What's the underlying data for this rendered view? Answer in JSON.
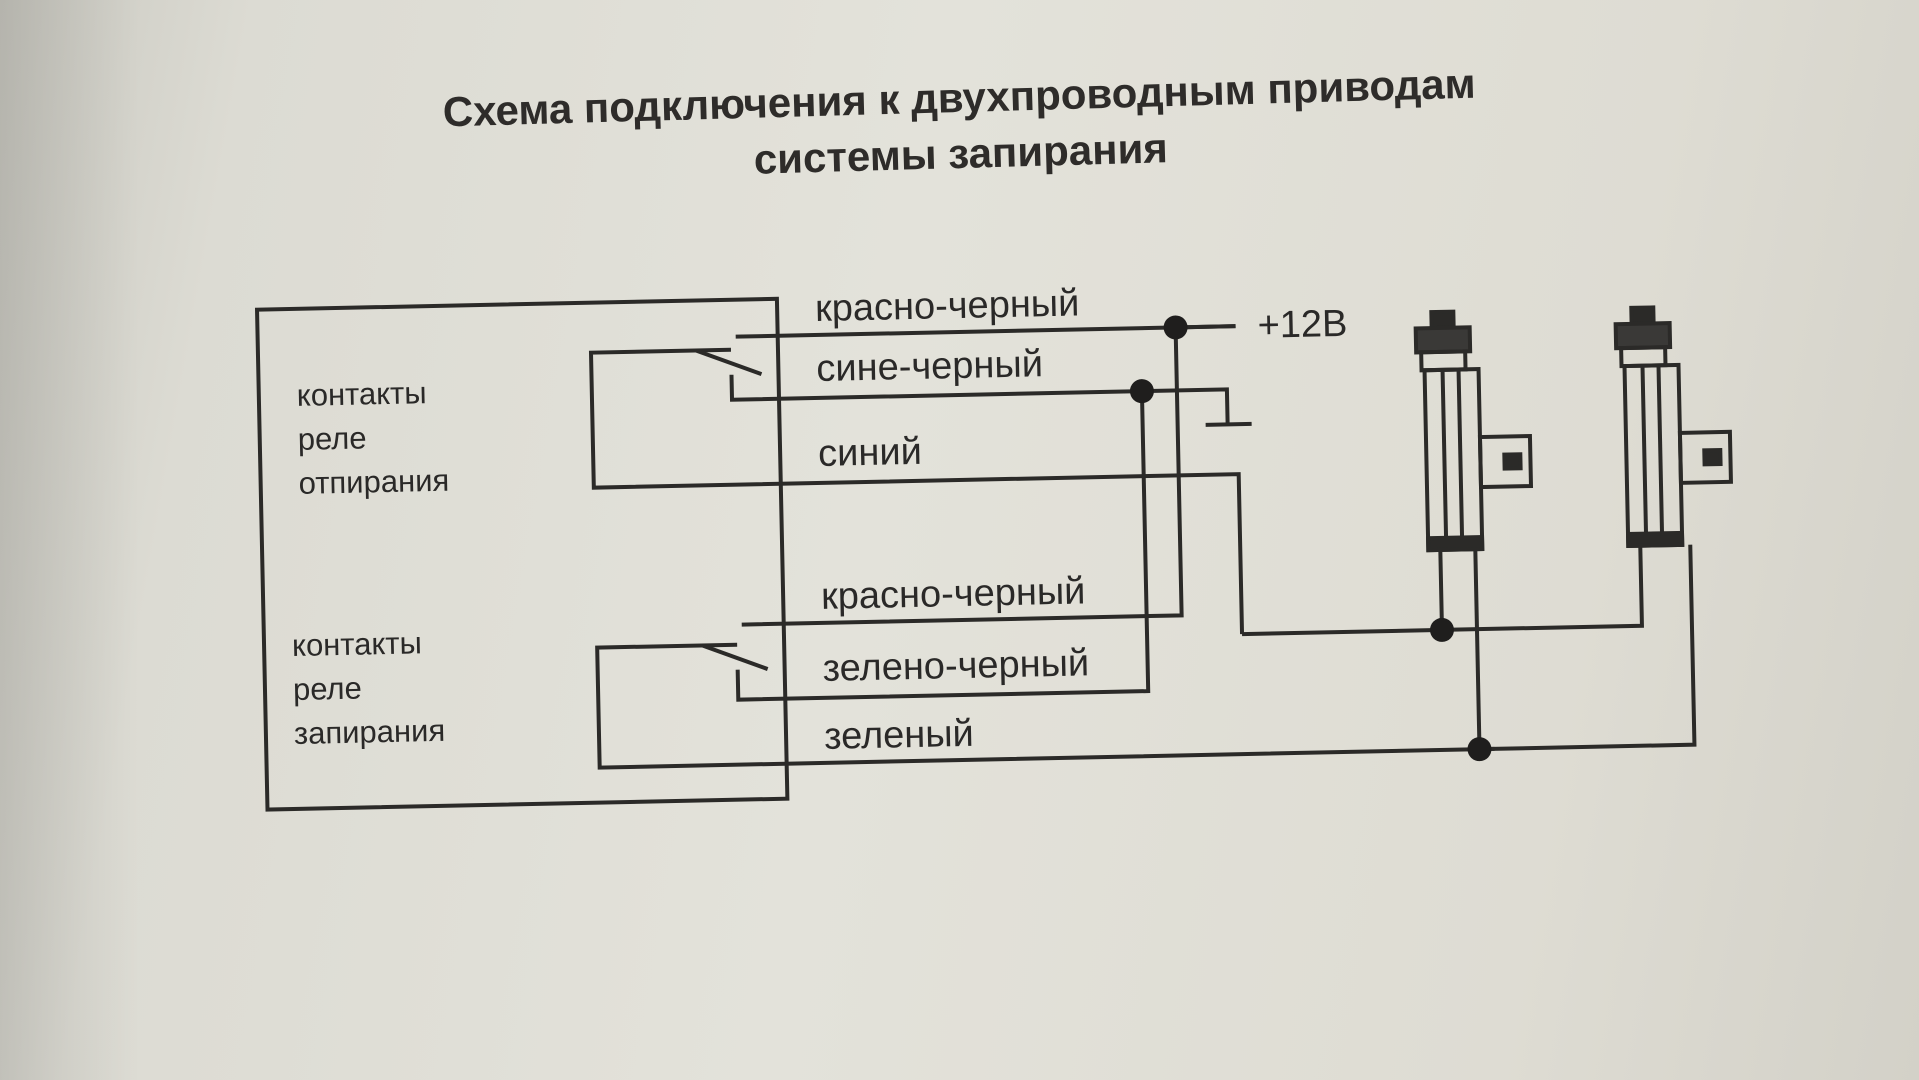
{
  "title": {
    "line1": "Схема подключения к двухпроводным приводам",
    "line2": "системы запирания"
  },
  "unlock_relay": {
    "line1": "контакты",
    "line2": "реле",
    "line3": "отпирания"
  },
  "lock_relay": {
    "line1": "контакты",
    "line2": "реле",
    "line3": "запирания"
  },
  "wires": {
    "red_black_top": "красно-черный",
    "blue_black": "сине-черный",
    "blue": "синий",
    "red_black_bottom": "красно-черный",
    "green_black": "зелено-черный",
    "green": "зеленый"
  },
  "power": "+12В",
  "colors": {
    "ink": "#2b2a28",
    "paper": "#e0dfd7"
  }
}
